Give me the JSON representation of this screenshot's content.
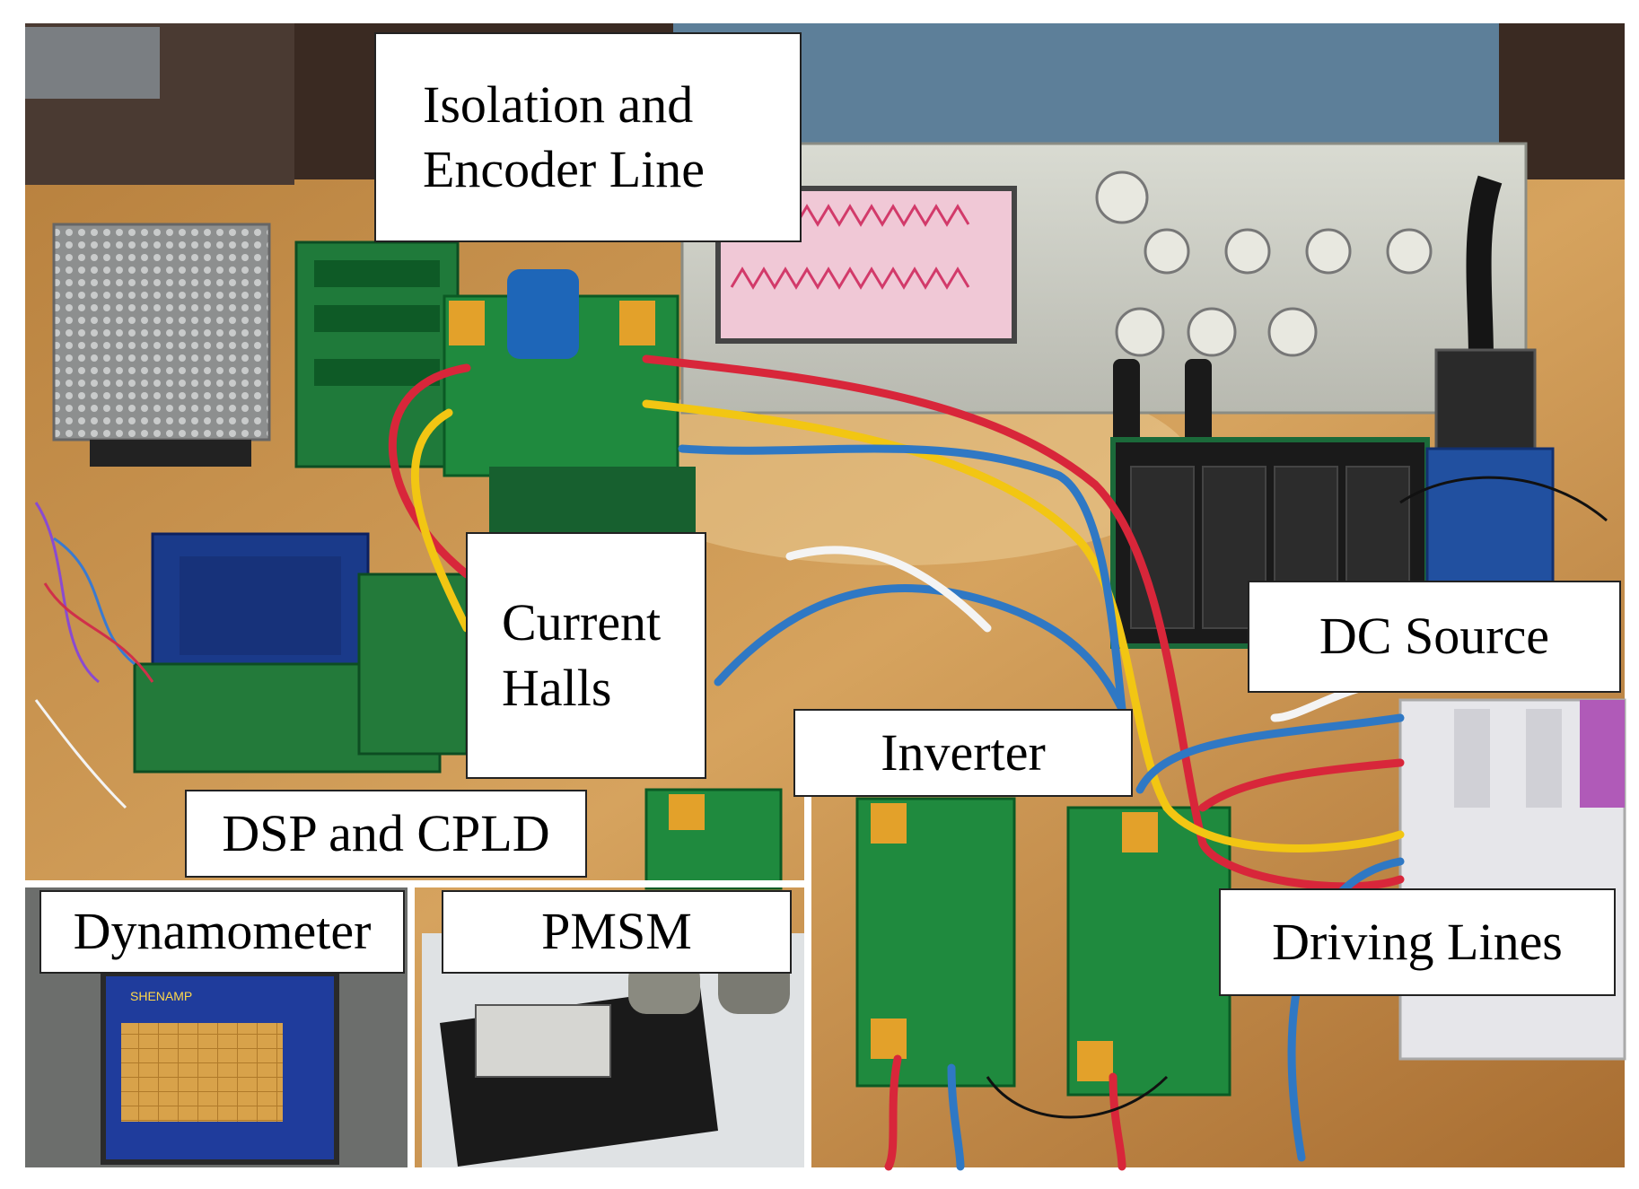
{
  "labels": {
    "isolation": "Isolation and\nEncoder Line",
    "current_halls": "Current\nHalls",
    "dc_source": "DC Source",
    "inverter": "Inverter",
    "dsp_cpld": "DSP and CPLD",
    "dynamometer": "Dynamometer",
    "pmsm": "PMSM",
    "driving_lines": "Driving Lines"
  },
  "screen_readout": "SHENAMP"
}
